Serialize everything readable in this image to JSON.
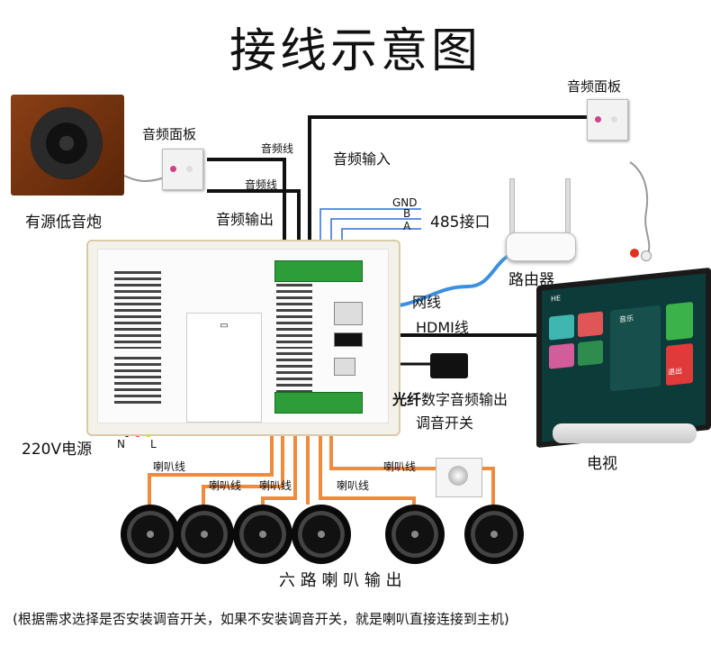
{
  "title": "接线示意图",
  "labels": {
    "subwoofer": "有源低音炮",
    "audio_panel_left": "音频面板",
    "audio_panel_right": "音频面板",
    "audio_wire_1": "音频线",
    "audio_wire_2": "音频线",
    "audio_output": "音频输出",
    "audio_input": "音频输入",
    "gnd": "GND",
    "b": "B",
    "a": "A",
    "port_485": "485接口",
    "router": "路由器",
    "network_cable": "网线",
    "hdmi_cable": "HDMI线",
    "optical_bold": "光纤",
    "optical_rest": "数字音频输出",
    "volume_switch": "调音开关",
    "tv": "电视",
    "power": "220V电源",
    "n": "N",
    "l": "L",
    "speaker_wire_1": "喇叭线",
    "speaker_wire_2": "喇叭线",
    "speaker_wire_3": "喇叭线",
    "speaker_wire_4": "喇叭线",
    "speaker_wire_5": "喇叭线",
    "six_outputs": "六 路 喇 叭 输 出",
    "footnote": "(根据需求选择是否安装调音开关，如果不安装调音开关，就是喇叭直接连接到主机)"
  },
  "colors": {
    "speaker_wire": "#f08a3c",
    "signal_wire": "#111111",
    "rs485_wire": "#2f6fd6",
    "terminal": "#2d9d3a",
    "tv_screen": "#0c3b3a"
  },
  "icons": {
    "subwoofer": "subwoofer-icon",
    "router": "router-icon",
    "tv": "tv-icon",
    "speaker": "ceiling-speaker-icon",
    "knob": "volume-knob-icon",
    "converter": "optical-converter-icon"
  },
  "tv_screen": {
    "tile_volume": "音乐",
    "tile_exit": "退出",
    "header": "HE"
  }
}
